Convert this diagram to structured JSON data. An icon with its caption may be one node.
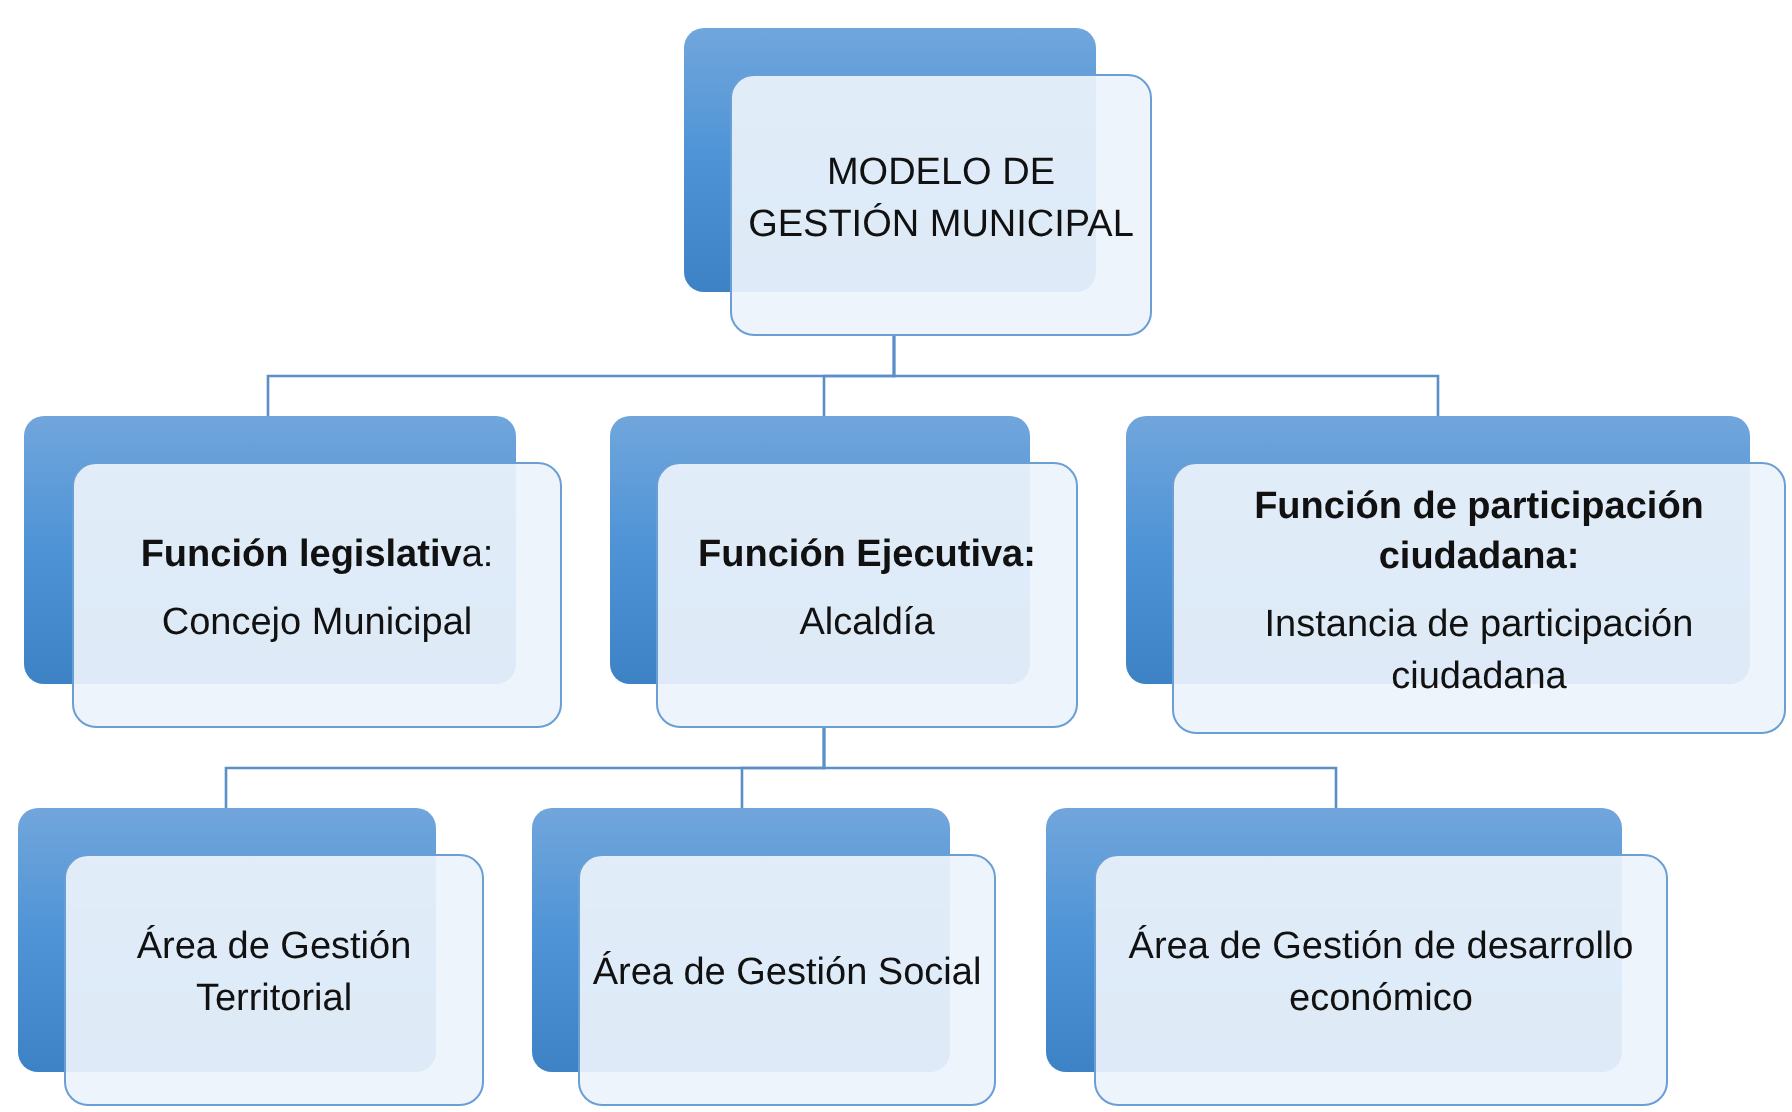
{
  "diagram": {
    "nodes": [
      {
        "text": [
          "MODELO DE GESTIÓN MUNICIPAL"
        ]
      },
      {
        "text": [
          "**Función legislativ**a:",
          "Concejo Municipal"
        ]
      },
      {
        "text": [
          "**Función Ejecutiva:**",
          "Alcaldía"
        ]
      },
      {
        "text": [
          "**Función de participación ciudadana:**",
          "Instancia de participación ciudadana"
        ]
      },
      {
        "text": [
          "Área de Gestión Territorial"
        ]
      },
      {
        "text": [
          "Área de Gestión Social"
        ]
      },
      {
        "text": [
          "Área de Gestión de desarrollo económico"
        ]
      }
    ],
    "edges": [
      {
        "from": 0,
        "to": 1,
        "arrow": "none"
      },
      {
        "from": 0,
        "to": 2,
        "arrow": "none"
      },
      {
        "from": 0,
        "to": 3,
        "arrow": "none"
      },
      {
        "from": 2,
        "to": 4,
        "arrow": "none"
      },
      {
        "from": 2,
        "to": 5,
        "arrow": "none"
      },
      {
        "from": 2,
        "to": 6,
        "arrow": "none"
      }
    ]
  }
}
